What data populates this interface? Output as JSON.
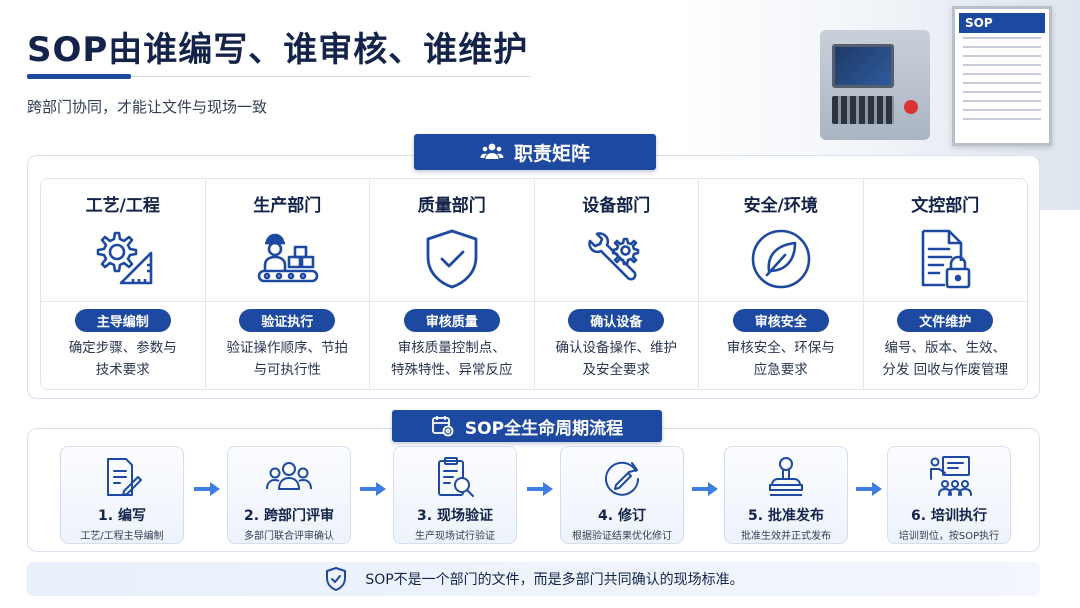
{
  "header": {
    "title": "SOP由谁编写、谁审核、谁维护",
    "subtitle": "跨部门协同，才能让文件与现场一致"
  },
  "illustration": {
    "board_label": "SOP"
  },
  "matrix": {
    "tag": "职责矩阵",
    "tag_icon": "users-icon",
    "roles": [
      {
        "name": "工艺/工程",
        "icon": "gear-ruler-icon",
        "pill": "主导编制",
        "desc": [
          "确定步骤、参数与",
          "技术要求"
        ]
      },
      {
        "name": "生产部门",
        "icon": "worker-conveyor-icon",
        "pill": "验证执行",
        "desc": [
          "验证操作顺序、节拍",
          "与可执行性"
        ]
      },
      {
        "name": "质量部门",
        "icon": "shield-check-icon",
        "pill": "审核质量",
        "desc": [
          "审核质量控制点、",
          "特殊特性、异常反应"
        ]
      },
      {
        "name": "设备部门",
        "icon": "wrench-gear-icon",
        "pill": "确认设备",
        "desc": [
          "确认设备操作、维护",
          "及安全要求"
        ]
      },
      {
        "name": "安全/环境",
        "icon": "leaf-icon",
        "pill": "审核安全",
        "desc": [
          "审核安全、环保与",
          "应急要求"
        ]
      },
      {
        "name": "文控部门",
        "icon": "document-lock-icon",
        "pill": "文件维护",
        "desc": [
          "编号、版本、生效、",
          "分发  回收与作废管理"
        ]
      }
    ]
  },
  "lifecycle": {
    "tag": "SOP全生命周期流程",
    "tag_icon": "calendar-gear-icon",
    "steps": [
      {
        "title": "1. 编写",
        "desc": "工艺/工程主导编制",
        "icon": "document-pen-icon"
      },
      {
        "title": "2. 跨部门评审",
        "desc": "多部门联合评审确认",
        "icon": "group-icon"
      },
      {
        "title": "3. 现场验证",
        "desc": "生产现场试行验证",
        "icon": "clipboard-search-icon"
      },
      {
        "title": "4. 修订",
        "desc": "根据验证结果优化修订",
        "icon": "refresh-pen-icon"
      },
      {
        "title": "5. 批准发布",
        "desc": "批准生效并正式发布",
        "icon": "stamp-icon"
      },
      {
        "title": "6. 培训执行",
        "desc": "培训到位，按SOP执行",
        "icon": "training-icon"
      }
    ]
  },
  "footer": {
    "text": "SOP不是一个部门的文件，而是多部门共同确认的现场标准。",
    "icon": "shield-check-icon"
  },
  "colors": {
    "primary": "#1d4aa0",
    "title": "#14234a",
    "border": "#d8e1ef"
  }
}
